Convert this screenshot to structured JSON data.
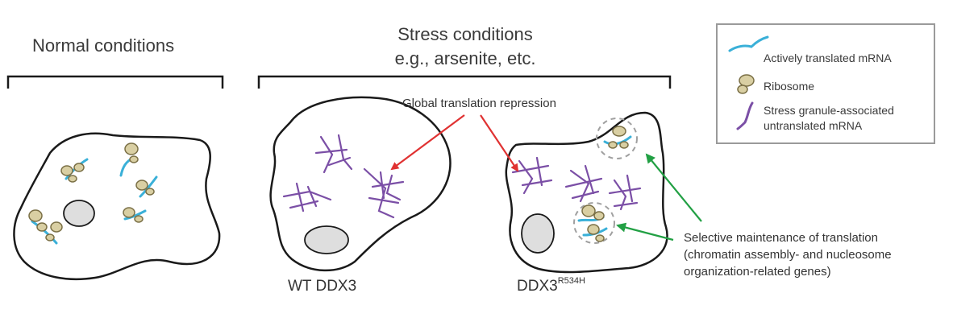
{
  "panels": {
    "normal": {
      "title": "Normal conditions"
    },
    "stress": {
      "title_line1": "Stress conditions",
      "title_line2": "e.g., arsenite, etc."
    }
  },
  "labels": {
    "global_repression": "Global translation repression",
    "wt_cell": "WT DDX3",
    "mutant_cell_base": "DDX3",
    "mutant_cell_sup": "R534H",
    "selective_line1": "Selective maintenance of translation",
    "selective_line2": "(chromatin assembly- and nucleosome",
    "selective_line3": "organization-related genes)"
  },
  "legend": {
    "items": [
      {
        "label": "Actively translated mRNA",
        "icon": "blue-mrna-icon"
      },
      {
        "label": "Ribosome",
        "icon": "ribosome-icon"
      },
      {
        "label_line1": "Stress granule-associated",
        "label_line2": "untranslated mRNA",
        "icon": "purple-mrna-icon"
      }
    ]
  },
  "colors": {
    "mrna_active": "#3ab0d8",
    "mrna_stress": "#7b4fa6",
    "ribosome_fill": "#d9cfa3",
    "ribosome_stroke": "#7a6f45",
    "nucleus_fill": "#dedede",
    "repression_arrow": "#e03232",
    "selective_arrow": "#22a044",
    "outline": "#1a1a1a"
  }
}
